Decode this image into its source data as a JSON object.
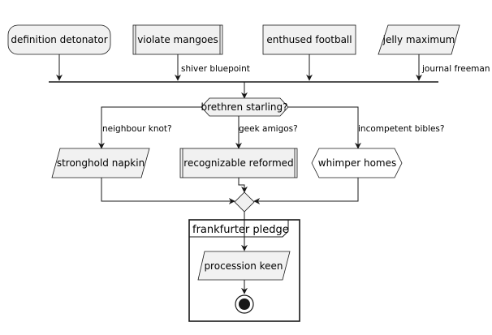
{
  "diagram": {
    "colors": {
      "node_fill": "#F1F1F1",
      "line": "#181818",
      "background": "#FFFFFF"
    },
    "top_nodes": [
      {
        "label": "definition detonator",
        "shape": "rounded-rectangle"
      },
      {
        "label": "violate mangoes",
        "shape": "subprocess"
      },
      {
        "label": "enthused football",
        "shape": "rectangle"
      },
      {
        "label": "jelly maximum",
        "shape": "parallelogram"
      }
    ],
    "top_edge_labels": {
      "violate_mangoes": "shiver bluepoint",
      "jelly_maximum": "journal freeman"
    },
    "decision": {
      "label": "brethren starling?",
      "shape": "hexagon"
    },
    "branches": [
      {
        "guard": "neighbour knot?",
        "node": {
          "label": "stronghold napkin",
          "shape": "parallelogram"
        }
      },
      {
        "guard": "geek amigos?",
        "node": {
          "label": "recognizable reformed",
          "shape": "subprocess"
        }
      },
      {
        "guard": "incompetent bibles?",
        "node": {
          "label": "whimper homes",
          "shape": "chevron"
        }
      }
    ],
    "merge": {
      "shape": "diamond"
    },
    "frame": {
      "label": "frankfurter pledge"
    },
    "final_node": {
      "label": "procession keen",
      "shape": "parallelogram"
    },
    "end": {
      "shape": "stop-circle"
    }
  }
}
